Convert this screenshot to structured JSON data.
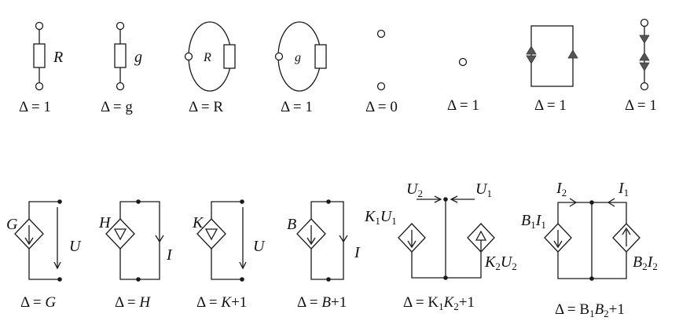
{
  "top_row": {
    "resistor_R": {
      "symbol": "R",
      "delta": "Δ = 1"
    },
    "conductance_g": {
      "symbol": "g",
      "delta": "Δ = g"
    },
    "loop_R": {
      "symbol": "R",
      "delta": "Δ = R"
    },
    "loop_g": {
      "symbol": "g",
      "delta": "Δ = 1"
    },
    "open_nodes": {
      "delta": "Δ = 0"
    },
    "single_node": {
      "delta": "Δ = 1"
    },
    "parallel_diodes": {
      "delta": "Δ = 1"
    },
    "series_diodes": {
      "delta": "Δ = 1"
    }
  },
  "bottom_row": {
    "vccs": {
      "source": "G",
      "voltage": "U",
      "delta": "Δ = G"
    },
    "ccvs": {
      "source": "H",
      "current": "I",
      "delta": "Δ = H"
    },
    "vcvs": {
      "source": "K",
      "voltage": "U",
      "delta": "Δ = K+1"
    },
    "cccs": {
      "source": "B",
      "current": "I",
      "delta": "Δ = B+1"
    },
    "coupled_voltage": {
      "u2_main": "U",
      "u2_sub": "2",
      "u1_main": "U",
      "u1_sub": "1",
      "src1": [
        "K",
        "1",
        "U",
        "1"
      ],
      "src2": [
        "K",
        "2",
        "U",
        "2"
      ],
      "delta": [
        "Δ = K",
        "1",
        "K",
        "2",
        "+1"
      ]
    },
    "coupled_current": {
      "i2_main": "I",
      "i2_sub": "2",
      "i1_main": "I",
      "i1_sub": "1",
      "src1": [
        "B",
        "1",
        "I",
        "1"
      ],
      "src2": [
        "B",
        "2",
        "I",
        "2"
      ],
      "delta": [
        "Δ = B",
        "1",
        "B",
        "2",
        "+1"
      ]
    }
  }
}
